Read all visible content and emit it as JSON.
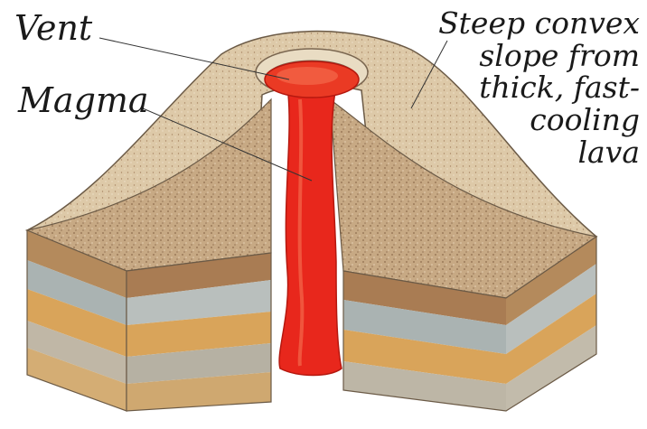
{
  "labels": {
    "vent": "Vent",
    "magma": "Magma",
    "slope": [
      "Steep convex",
      "slope from",
      "thick, fast-",
      "cooling",
      "lava"
    ]
  },
  "colors": {
    "magma": "#e8271c",
    "magma_light": "#f36a4c",
    "cone": "#d8c3a0",
    "cone_dark": "#b99a72",
    "layer_tan": "#c9a06a",
    "layer_gray": "#aab3b2",
    "layer_orange": "#d9a45a",
    "layer_brown": "#a97c53"
  }
}
